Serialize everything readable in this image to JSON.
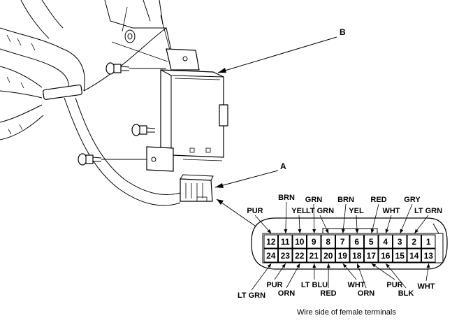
{
  "callouts": {
    "b": "B",
    "a": "A"
  },
  "caption": "Wire side of female terminals",
  "connector": {
    "top_row": [
      {
        "pin": "12",
        "wire": "PUR"
      },
      {
        "pin": "11",
        "wire": "BRN"
      },
      {
        "pin": "10",
        "wire": "YEL"
      },
      {
        "pin": "9",
        "wire": "GRN"
      },
      {
        "pin": "8",
        "wire": "LT GRN"
      },
      {
        "pin": "7",
        "wire": "BRN"
      },
      {
        "pin": "6",
        "wire": "YEL"
      },
      {
        "pin": "5",
        "wire": "RED"
      },
      {
        "pin": "4",
        "wire": "WHT"
      },
      {
        "pin": "3",
        "wire": "GRY"
      },
      {
        "pin": "2",
        "wire": "LT GRN"
      },
      {
        "pin": "1",
        "wire": ""
      }
    ],
    "bottom_row": [
      {
        "pin": "24",
        "wire": "LT GRN"
      },
      {
        "pin": "23",
        "wire": "PUR"
      },
      {
        "pin": "22",
        "wire": "ORN"
      },
      {
        "pin": "21",
        "wire": "LT BLU"
      },
      {
        "pin": "20",
        "wire": "RED"
      },
      {
        "pin": "19",
        "wire": "WHT"
      },
      {
        "pin": "18",
        "wire": "ORN"
      },
      {
        "pin": "17",
        "wire": "PUR"
      },
      {
        "pin": "16",
        "wire": "BLK"
      },
      {
        "pin": "15",
        "wire": ""
      },
      {
        "pin": "14",
        "wire": ""
      },
      {
        "pin": "13",
        "wire": "WHT"
      }
    ]
  }
}
